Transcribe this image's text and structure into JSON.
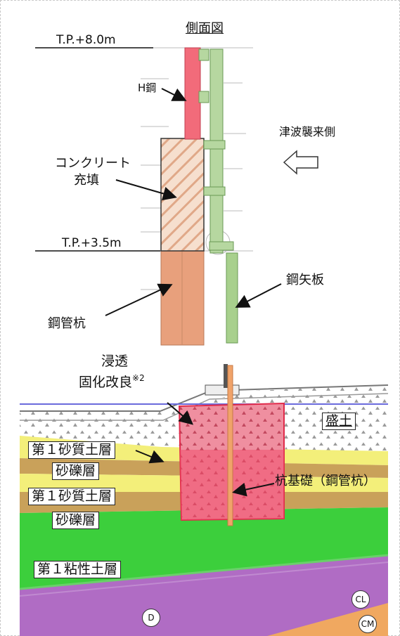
{
  "side_view": {
    "title": "側面図",
    "level_top": "T.P.+8.0m",
    "level_bottom": "T.P.+3.5m",
    "h_beam": "H鋼",
    "concrete_line1": "コンクリート",
    "concrete_line2": "充填",
    "steel_pipe_pile": "鋼管杭",
    "sheet_pile": "鋼矢板",
    "tsunami_side": "津波襲来側"
  },
  "section": {
    "grout_line1": "浸透",
    "grout_line2": "固化改良",
    "grout_note": "※2",
    "fill": "盛土",
    "sand1": "第１砂質土層",
    "gravel1": "砂礫層",
    "sand2": "第１砂質土層",
    "gravel2": "砂礫層",
    "clay": "第１粘性土層",
    "pile_foundation": "杭基礎（鋼管杭）",
    "rock_d": "D",
    "rock_cl": "CL",
    "rock_cm": "CM"
  },
  "colors": {
    "h_beam": "#f26b7a",
    "concrete": "#f4d9c8",
    "pile": "#e8a07c",
    "sheet_pile": "#a8d08d",
    "grout": "#f0506e",
    "sand": "#f3ef7a",
    "gravel": "#c9a15a",
    "clay": "#3ccf3c",
    "rock": "#b06cc4",
    "water_line": "#6a6adc"
  }
}
